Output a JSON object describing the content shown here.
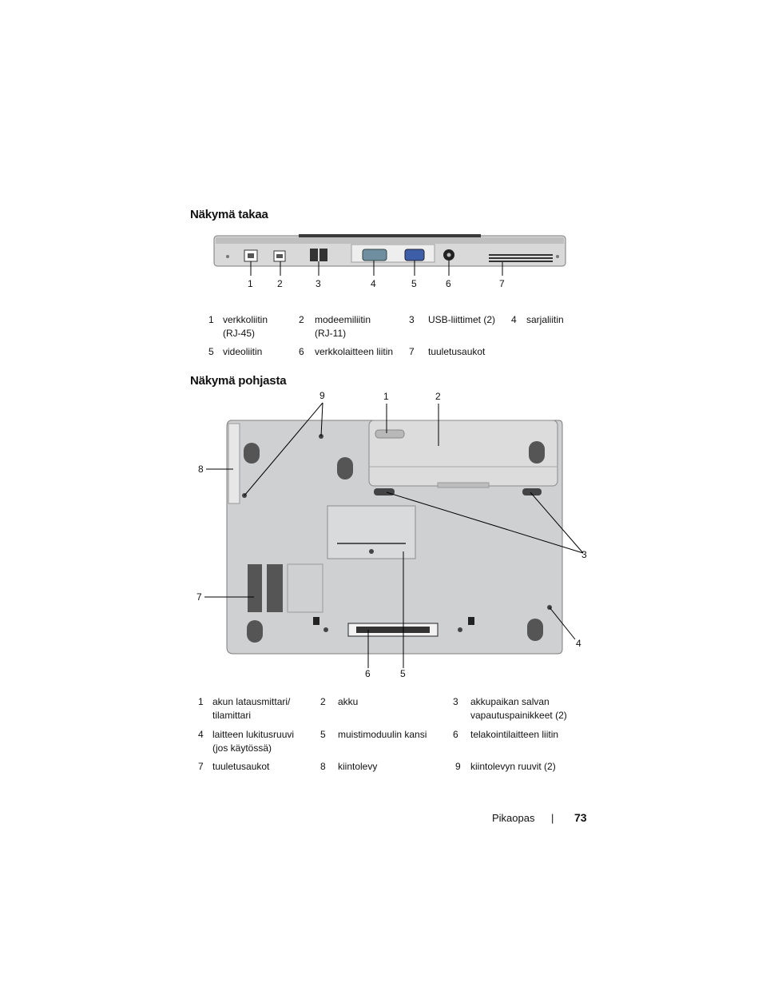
{
  "sections": {
    "rear": {
      "title": "Näkymä takaa",
      "callouts": [
        "1",
        "2",
        "3",
        "4",
        "5",
        "6",
        "7"
      ],
      "legend": [
        {
          "num": "1",
          "text": "verkkoliitin (RJ-45)"
        },
        {
          "num": "2",
          "text": "modeemiliitin (RJ-11)"
        },
        {
          "num": "3",
          "text": "USB-liittimet (2)"
        },
        {
          "num": "4",
          "text": "sarjaliitin"
        },
        {
          "num": "5",
          "text": "videoliitin"
        },
        {
          "num": "6",
          "text": "verkkolaitteen liitin"
        },
        {
          "num": "7",
          "text": "tuuletusaukot"
        }
      ]
    },
    "bottom": {
      "title": "Näkymä pohjasta",
      "callouts": [
        "1",
        "2",
        "3",
        "4",
        "5",
        "6",
        "7",
        "8",
        "9"
      ],
      "legend": [
        {
          "num": "1",
          "text": "akun latausmittari/ tilamittari"
        },
        {
          "num": "2",
          "text": "akku"
        },
        {
          "num": "3",
          "text": "akkupaikan salvan vapautuspainikkeet (2)"
        },
        {
          "num": "4",
          "text": "laitteen lukitusruuvi (jos käytössä)"
        },
        {
          "num": "5",
          "text": "muistimoduulin kansi"
        },
        {
          "num": "6",
          "text": "telakointilaitteen liitin"
        },
        {
          "num": "7",
          "text": "tuuletusaukot"
        },
        {
          "num": "8",
          "text": "kiintolevy"
        },
        {
          "num": "9",
          "text": "kiintolevyn ruuvit (2)"
        }
      ]
    }
  },
  "footer": {
    "label": "Pikaopas",
    "separator": "|",
    "page": "73"
  }
}
